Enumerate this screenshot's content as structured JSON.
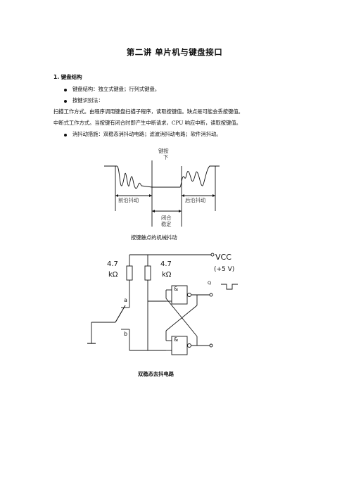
{
  "doc": {
    "title": "第二讲    单片机与键盘接口",
    "section1_heading": "1. 键盘结构",
    "bullet1": "键盘结构：独立式键盘；行列式键盘。",
    "bullet2": "按键识别法：",
    "para1": "扫描工作方式。由程序调用键盘扫描子程序，读取按键值。缺点是可能会丢按键值。",
    "para2": "中断式工作方式。当按键有闭合时即产生中断请求，CPU 响应中断，读取按键值。",
    "bullet3": "消抖动措施：双稳态消抖动电路；滤波消抖动电路；软件消抖动。"
  },
  "fig1": {
    "label_press_1": "键按",
    "label_press_2": "下",
    "label_front": "前沿抖动",
    "label_back": "后沿抖动",
    "label_stable_1": "闭合",
    "label_stable_2": "稳定",
    "caption": "按键触点的机械抖动"
  },
  "fig2": {
    "r1_value": "4.7",
    "r1_unit": "kΩ",
    "r2_value": "4.7",
    "r2_unit": "kΩ",
    "vcc": "VCC",
    "vcc_value": "(+5 V)",
    "gate_symbol_top": "&",
    "gate_symbol_bottom": "&",
    "node_a": "a",
    "node_b": "b",
    "output_q": "Q",
    "caption": "双稳态去抖电路"
  }
}
